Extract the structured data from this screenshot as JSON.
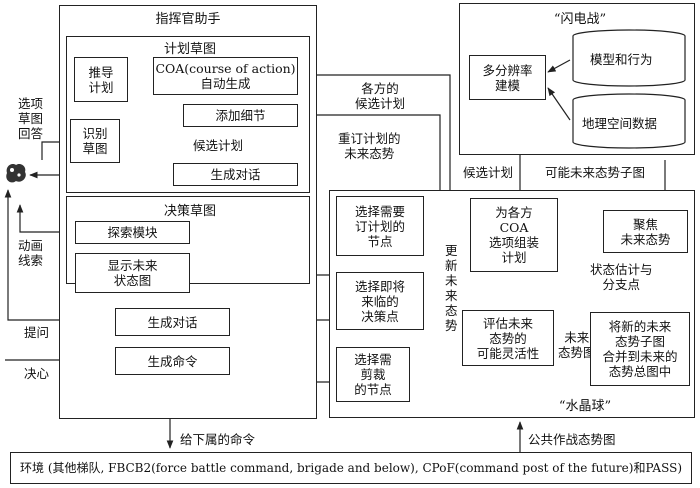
{
  "assistant": {
    "title": "指挥官助手",
    "plan_sketch": {
      "title": "计划草图",
      "infer_plan": "推导\n计划",
      "coa_autogen": "COA(course of action)\n自动生成",
      "add_details": "添加细节",
      "identify_sketch": "识别\n草图",
      "generate_dialog": "生成对话",
      "candidate_plan": "候选计划"
    },
    "decision_sketch": {
      "title": "决策草图",
      "explore_module": "探索模块",
      "show_future": "显示未来\n状态图",
      "generate_dialog": "生成对话",
      "generate_command": "生成命令"
    }
  },
  "left_labels": {
    "options": "选项\n草图\n回答",
    "animation": "动画\n线索",
    "question": "提问",
    "resolve": "决心"
  },
  "blitz": {
    "title": "“闪电战”",
    "multires_model": "多分辨率\n建模",
    "model_behavior": "模型和行为",
    "geo_data": "地理空间数据"
  },
  "crystal": {
    "title": "“水晶球”",
    "select_replan_nodes": "选择需要\n订计划的\n节点",
    "assemble_coa": "为各方\nCOA\n选项组装\n计划",
    "focus_future": "聚焦\n未来态势",
    "select_decision_points": "选择即将\n来临的\n决策点",
    "evaluate_flexibility": "评估未来\n态势的\n可能灵活性",
    "merge_future": "将新的未来\n态势子图\n合并到未来的\n态势总图中",
    "select_prune_nodes": "选择需\n剪裁\n的节点"
  },
  "flow_labels": {
    "candidate_plans_all": "各方的\n候选计划",
    "replan_future": "重订计划的\n未来态势",
    "candidate_plan": "候选计划",
    "possible_future_subgraph": "可能未来态势子图",
    "state_estimate": "状态估计与\n分支点",
    "update_future": "更\n新\n未\n来\n态\n势",
    "future_graph": "未来\n态势图",
    "commands_to_subordinates": "给下属的命令",
    "common_operational_picture": "公共作战态势图"
  },
  "environment": "环境 (其他梯队, FBCB2(force battle command, brigade and below), CPoF(command post of the future)和PASS)"
}
